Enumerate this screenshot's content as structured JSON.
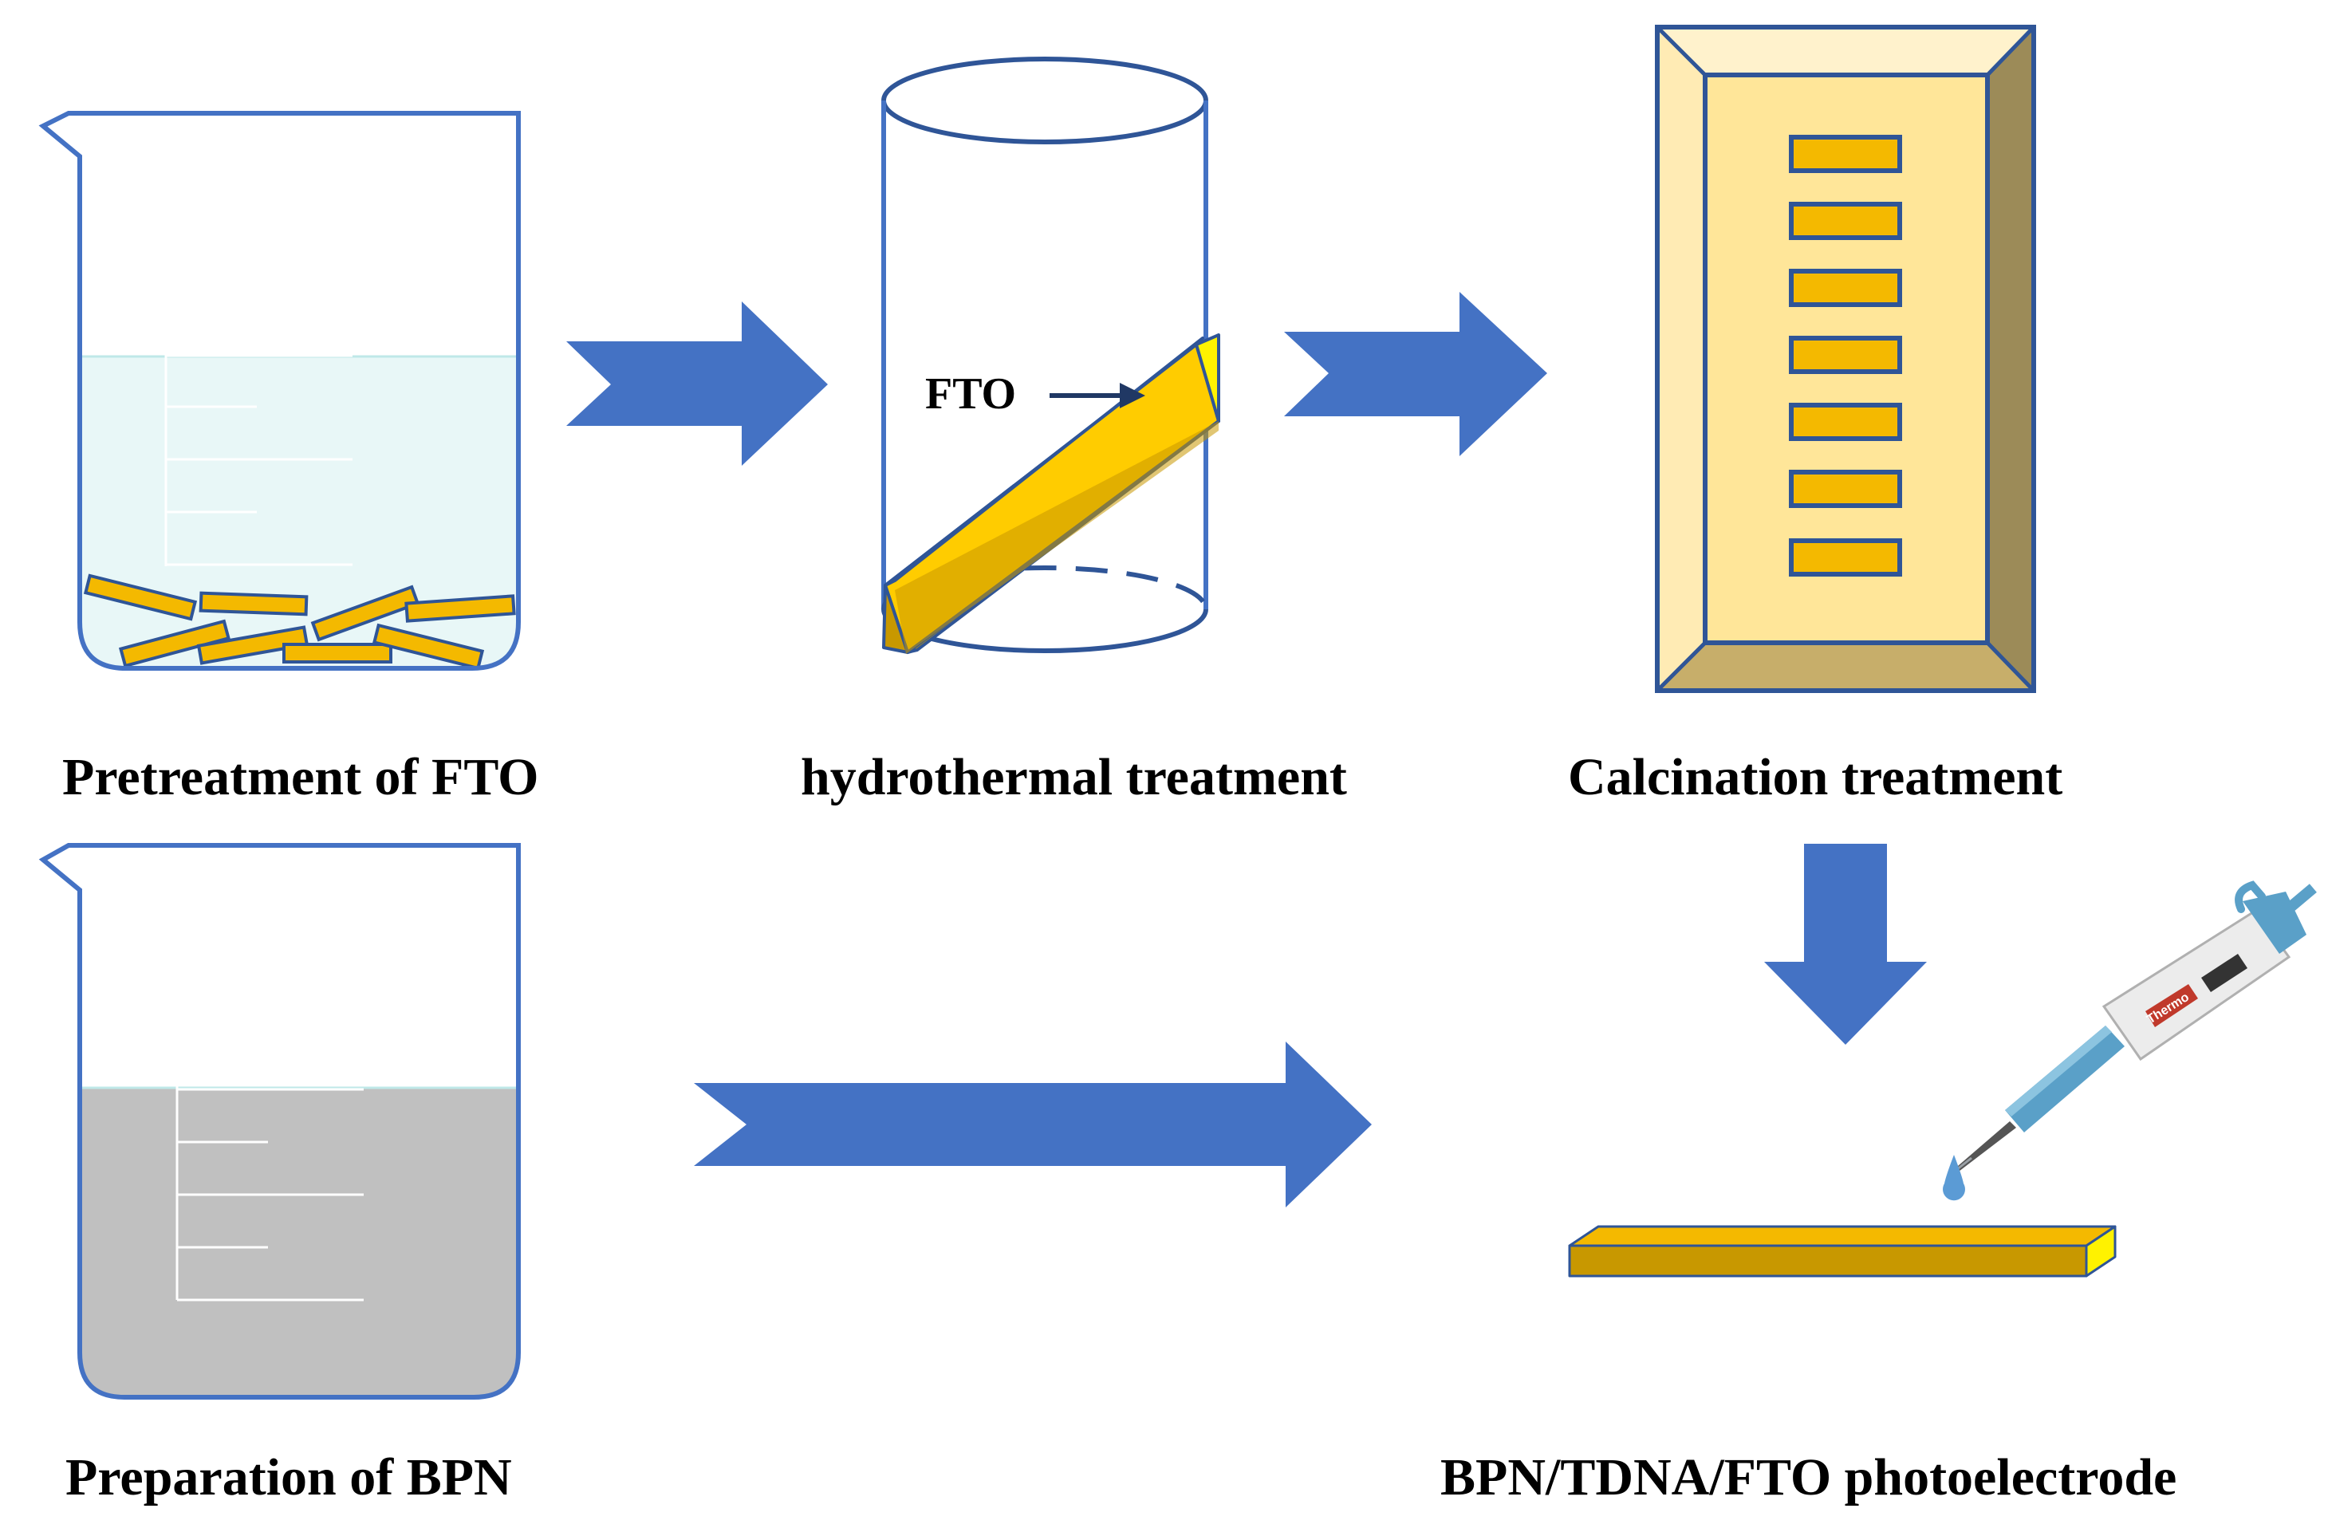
{
  "steps": {
    "pretreatment": {
      "caption": "Pretreatment of FTO"
    },
    "hydrothermal": {
      "caption": "hydrothermal treatment",
      "fto_label": "FTO"
    },
    "calcination": {
      "caption": "Calcination treatment"
    },
    "bpn": {
      "caption": "Preparation of BPN"
    },
    "photoelectrode": {
      "caption": "BPN/TDNA/FTO photoelectrode"
    }
  },
  "pipette_label": "Thermo",
  "colors": {
    "arrow": "#4472C4",
    "beaker_outline": "#4472C4",
    "water": "#E8F7F7",
    "bpn_liquid": "#C0C0C0",
    "fto_face": "#F4B900",
    "fto_side": "#C89800",
    "fto_end": "#FFF200",
    "oven_frame": "#FFEBB4",
    "oven_inner": "#FFE699",
    "oven_shadow": "#9C8B58",
    "outline_dark": "#2F5597",
    "drop": "#5B9BD5"
  },
  "icons": {
    "beaker": "beaker-icon",
    "autoclave": "cylinder-icon",
    "oven": "furnace-icon",
    "pipette": "pipette-icon",
    "drop": "droplet-icon",
    "arrow": "block-arrow-icon"
  }
}
